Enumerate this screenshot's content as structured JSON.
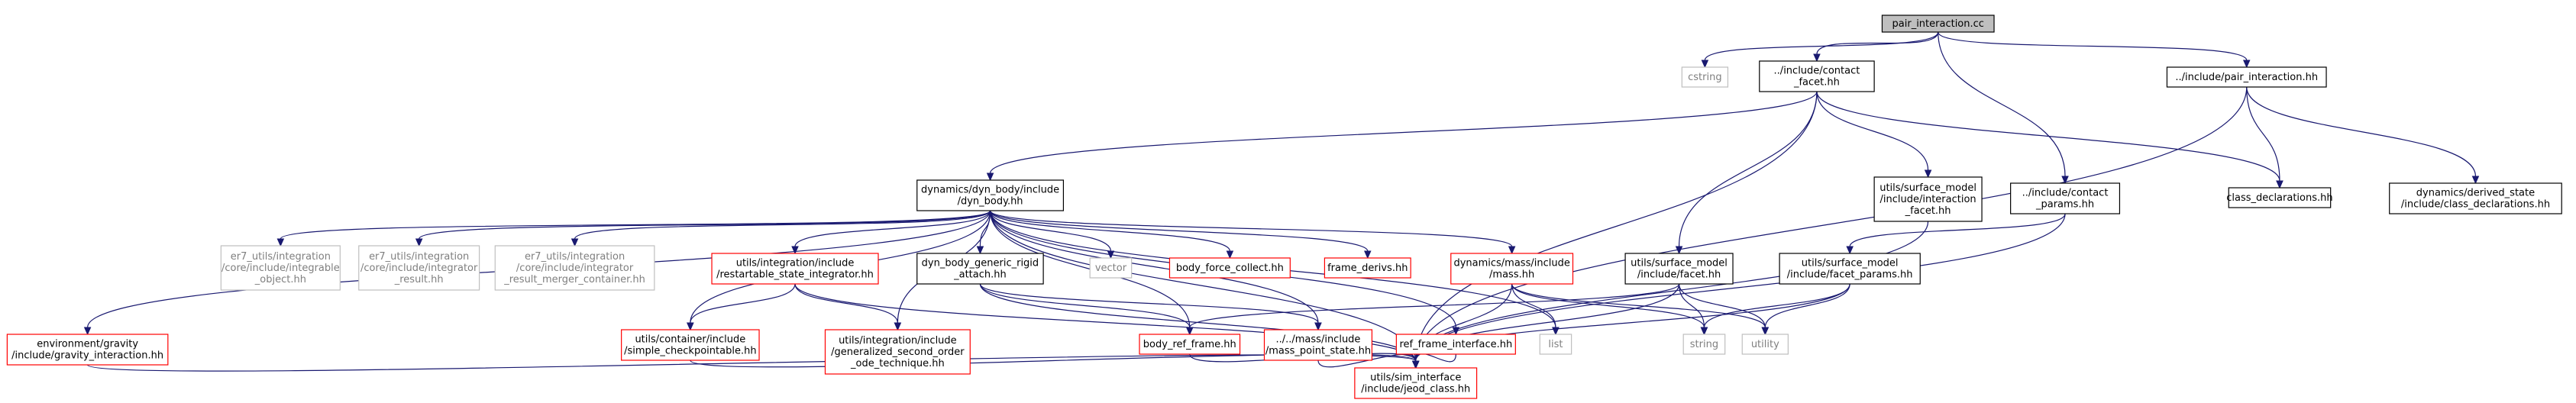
{
  "colors": {
    "edge": "#191970",
    "border_normal": "#000000",
    "border_missing": "#bfbfbf",
    "border_link": "#ff0000",
    "text_normal": "#000000",
    "text_missing": "#7f7f7f",
    "root_fill": "#bfbfbf"
  },
  "nodes": [
    {
      "id": "pair_interaction_cc",
      "kind": "root",
      "lines": [
        "pair_interaction.cc"
      ]
    },
    {
      "id": "cstring",
      "kind": "missing",
      "lines": [
        "cstring"
      ]
    },
    {
      "id": "contact_facet",
      "kind": "normal",
      "lines": [
        "../include/contact",
        "_facet.hh"
      ]
    },
    {
      "id": "pair_interaction_hh",
      "kind": "normal",
      "lines": [
        "../include/pair_interaction.hh"
      ]
    },
    {
      "id": "dyn_body",
      "kind": "normal",
      "lines": [
        "dynamics/dyn_body/include",
        "/dyn_body.hh"
      ]
    },
    {
      "id": "interaction_facet",
      "kind": "normal",
      "lines": [
        "utils/surface_model",
        "/include/interaction",
        "_facet.hh"
      ]
    },
    {
      "id": "contact_params",
      "kind": "normal",
      "lines": [
        "../include/contact",
        "_params.hh"
      ]
    },
    {
      "id": "class_declarations",
      "kind": "normal",
      "lines": [
        "class_declarations.hh"
      ]
    },
    {
      "id": "derived_state",
      "kind": "normal",
      "lines": [
        "dynamics/derived_state",
        "/include/class_declarations.hh"
      ]
    },
    {
      "id": "integrable_object",
      "kind": "missing",
      "lines": [
        "er7_utils/integration",
        "/core/include/integrable",
        "_object.hh"
      ]
    },
    {
      "id": "integrator_result",
      "kind": "missing",
      "lines": [
        "er7_utils/integration",
        "/core/include/integrator",
        "_result.hh"
      ]
    },
    {
      "id": "integrator_merger",
      "kind": "missing",
      "lines": [
        "er7_utils/integration",
        "/core/include/integrator",
        "_result_merger_container.hh"
      ]
    },
    {
      "id": "restartable",
      "kind": "link",
      "lines": [
        "utils/integration/include",
        "/restartable_state_integrator.hh"
      ]
    },
    {
      "id": "rigid_attach",
      "kind": "normal",
      "lines": [
        "dyn_body_generic_rigid",
        "_attach.hh"
      ]
    },
    {
      "id": "vector",
      "kind": "missing",
      "lines": [
        "vector"
      ]
    },
    {
      "id": "body_force",
      "kind": "link",
      "lines": [
        "body_force_collect.hh"
      ]
    },
    {
      "id": "frame_derivs",
      "kind": "link",
      "lines": [
        "frame_derivs.hh"
      ]
    },
    {
      "id": "mass_hh",
      "kind": "link",
      "lines": [
        "dynamics/mass/include",
        "/mass.hh"
      ]
    },
    {
      "id": "facet_hh",
      "kind": "normal",
      "lines": [
        "utils/surface_model",
        "/include/facet.hh"
      ]
    },
    {
      "id": "facet_params",
      "kind": "normal",
      "lines": [
        "utils/surface_model",
        "/include/facet_params.hh"
      ]
    },
    {
      "id": "gravity",
      "kind": "link",
      "lines": [
        "environment/gravity",
        "/include/gravity_interaction.hh"
      ]
    },
    {
      "id": "checkpointable",
      "kind": "link",
      "lines": [
        "utils/container/include",
        "/simple_checkpointable.hh"
      ]
    },
    {
      "id": "second_order",
      "kind": "link",
      "lines": [
        "utils/integration/include",
        "/generalized_second_order",
        "_ode_technique.hh"
      ]
    },
    {
      "id": "body_ref_frame",
      "kind": "link",
      "lines": [
        "body_ref_frame.hh"
      ]
    },
    {
      "id": "mass_point",
      "kind": "link",
      "lines": [
        "../../mass/include",
        "/mass_point_state.hh"
      ]
    },
    {
      "id": "ref_frame_interface",
      "kind": "link",
      "lines": [
        "ref_frame_interface.hh"
      ]
    },
    {
      "id": "list",
      "kind": "missing",
      "lines": [
        "list"
      ]
    },
    {
      "id": "string",
      "kind": "missing",
      "lines": [
        "string"
      ]
    },
    {
      "id": "utility",
      "kind": "missing",
      "lines": [
        "utility"
      ]
    },
    {
      "id": "jeod_class",
      "kind": "link",
      "lines": [
        "utils/sim_interface",
        "/include/jeod_class.hh"
      ]
    }
  ],
  "edges": [
    [
      "pair_interaction_cc",
      "cstring"
    ],
    [
      "pair_interaction_cc",
      "contact_facet"
    ],
    [
      "pair_interaction_cc",
      "contact_params"
    ],
    [
      "pair_interaction_cc",
      "pair_interaction_hh"
    ],
    [
      "contact_facet",
      "dyn_body"
    ],
    [
      "contact_facet",
      "interaction_facet"
    ],
    [
      "contact_facet",
      "class_declarations"
    ],
    [
      "contact_facet",
      "facet_hh"
    ],
    [
      "contact_facet",
      "jeod_class"
    ],
    [
      "pair_interaction_hh",
      "class_declarations"
    ],
    [
      "pair_interaction_hh",
      "derived_state"
    ],
    [
      "pair_interaction_hh",
      "jeod_class"
    ],
    [
      "contact_params",
      "facet_params"
    ],
    [
      "contact_params",
      "jeod_class"
    ],
    [
      "interaction_facet",
      "jeod_class"
    ],
    [
      "dyn_body",
      "gravity"
    ],
    [
      "dyn_body",
      "integrable_object"
    ],
    [
      "dyn_body",
      "integrator_result"
    ],
    [
      "dyn_body",
      "integrator_merger"
    ],
    [
      "dyn_body",
      "restartable"
    ],
    [
      "dyn_body",
      "checkpointable"
    ],
    [
      "dyn_body",
      "second_order"
    ],
    [
      "dyn_body",
      "rigid_attach"
    ],
    [
      "dyn_body",
      "vector"
    ],
    [
      "dyn_body",
      "body_force"
    ],
    [
      "dyn_body",
      "frame_derivs"
    ],
    [
      "dyn_body",
      "mass_hh"
    ],
    [
      "dyn_body",
      "body_ref_frame"
    ],
    [
      "dyn_body",
      "mass_point"
    ],
    [
      "dyn_body",
      "ref_frame_interface"
    ],
    [
      "dyn_body",
      "list"
    ],
    [
      "dyn_body",
      "jeod_class"
    ],
    [
      "restartable",
      "checkpointable"
    ],
    [
      "restartable",
      "second_order"
    ],
    [
      "restartable",
      "jeod_class"
    ],
    [
      "rigid_attach",
      "body_ref_frame"
    ],
    [
      "rigid_attach",
      "mass_point"
    ],
    [
      "rigid_attach",
      "jeod_class"
    ],
    [
      "mass_hh",
      "list"
    ],
    [
      "mass_hh",
      "string"
    ],
    [
      "mass_hh",
      "utility"
    ],
    [
      "mass_hh",
      "jeod_class"
    ],
    [
      "facet_hh",
      "body_ref_frame"
    ],
    [
      "facet_hh",
      "string"
    ],
    [
      "facet_hh",
      "utility"
    ],
    [
      "facet_hh",
      "jeod_class"
    ],
    [
      "facet_params",
      "string"
    ],
    [
      "facet_params",
      "utility"
    ],
    [
      "facet_params",
      "jeod_class"
    ],
    [
      "gravity",
      "jeod_class"
    ],
    [
      "checkpointable",
      "jeod_class"
    ],
    [
      "body_ref_frame",
      "jeod_class"
    ],
    [
      "mass_point",
      "jeod_class"
    ],
    [
      "ref_frame_interface",
      "jeod_class"
    ]
  ]
}
